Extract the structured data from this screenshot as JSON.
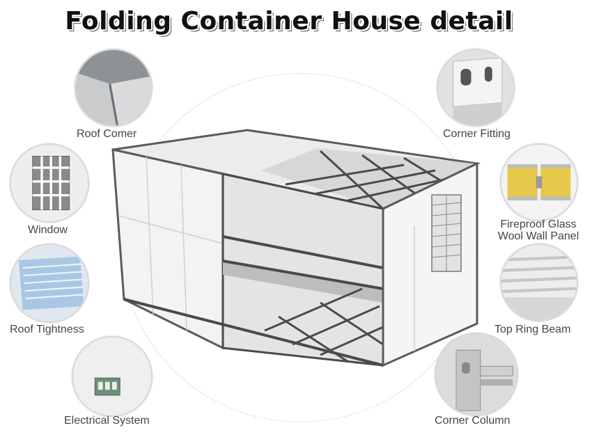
{
  "title": "Folding Container House detail",
  "details": [
    {
      "label": "Roof Comer",
      "icon": "roof-corner-icon"
    },
    {
      "label": "Corner Fitting",
      "icon": "corner-fitting-icon"
    },
    {
      "label": "Window",
      "icon": "window-icon"
    },
    {
      "label_line1": "Fireproof Glass",
      "label_line2": "Wool Wall Panel",
      "icon": "wall-panel-icon"
    },
    {
      "label": "Roof Tightness",
      "icon": "roof-sheet-icon"
    },
    {
      "label": "Top Ring Beam",
      "icon": "ring-beam-icon"
    },
    {
      "label": "Electrical System",
      "icon": "electrical-box-icon"
    },
    {
      "label": "Corner Column",
      "icon": "corner-column-icon"
    }
  ],
  "colors": {
    "frame": "#4a4a4a",
    "panel": "#f2f2f2",
    "insulation": "#e8c84a",
    "ring": "#d4d4d4"
  }
}
